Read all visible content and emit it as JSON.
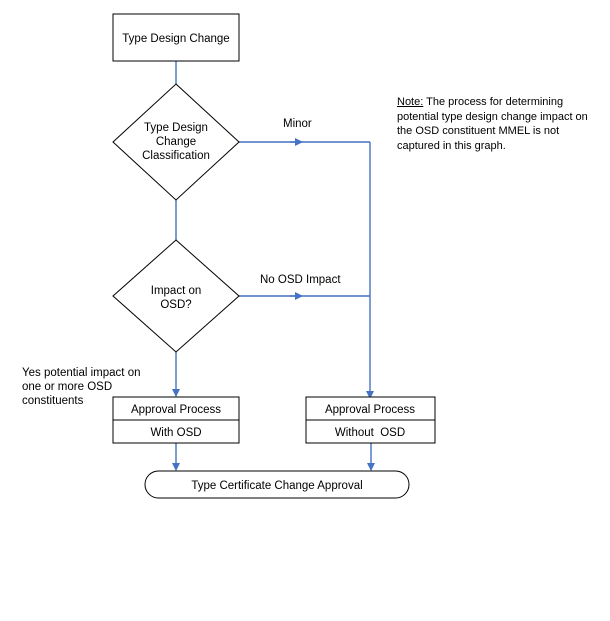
{
  "nodes": {
    "type_design_change": "Type Design Change",
    "classification": [
      "Type Design",
      "Change",
      "Classification"
    ],
    "impact_osd": [
      "Impact on",
      "OSD?"
    ],
    "approval_with_osd": {
      "title": "Approval Process",
      "sub": "With OSD"
    },
    "approval_without_osd": {
      "title": "Approval Process",
      "sub": "Without  OSD"
    },
    "tc_change_approval": "Type Certificate Change Approval"
  },
  "edge_labels": {
    "minor": "Minor",
    "no_osd_impact": "No OSD Impact",
    "yes_impact": [
      "Yes potential impact on",
      "one or more OSD",
      "constituents"
    ]
  },
  "note": {
    "label": "Note:",
    "text": " The process for determining potential type design change impact on the OSD constituent MMEL is not captured in this graph."
  },
  "colors": {
    "flow_line": "#4472c4",
    "shape_border": "#000000"
  }
}
